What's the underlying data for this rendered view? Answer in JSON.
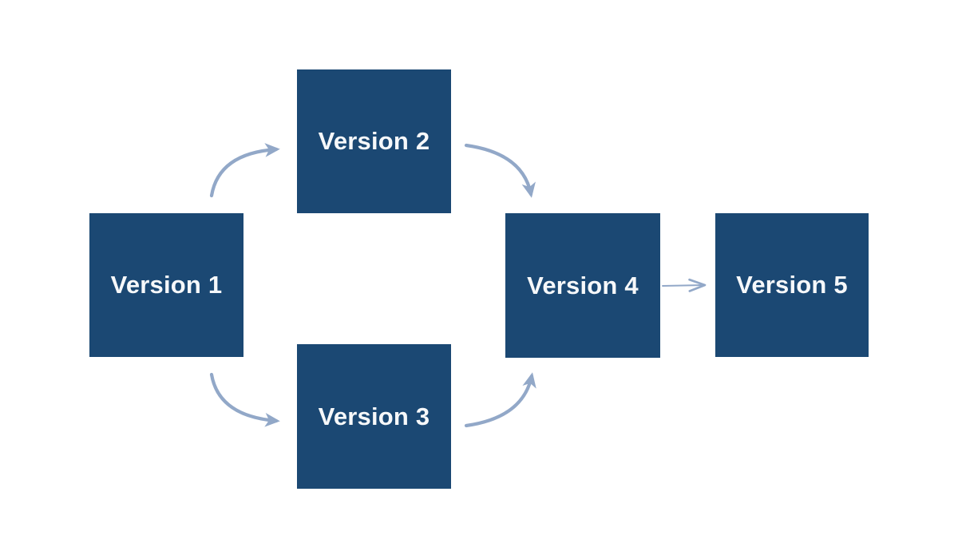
{
  "diagram": {
    "nodes": [
      {
        "id": "version-1",
        "label": "Version 1"
      },
      {
        "id": "version-2",
        "label": "Version 2"
      },
      {
        "id": "version-3",
        "label": "Version 3"
      },
      {
        "id": "version-4",
        "label": "Version 4"
      },
      {
        "id": "version-5",
        "label": "Version 5"
      }
    ],
    "edges": [
      {
        "from": "version-1",
        "to": "version-2",
        "style": "curved",
        "head": "solid"
      },
      {
        "from": "version-1",
        "to": "version-3",
        "style": "curved",
        "head": "solid"
      },
      {
        "from": "version-2",
        "to": "version-4",
        "style": "curved",
        "head": "solid"
      },
      {
        "from": "version-3",
        "to": "version-4",
        "style": "curved",
        "head": "solid"
      },
      {
        "from": "version-4",
        "to": "version-5",
        "style": "straight",
        "head": "open"
      }
    ],
    "colors": {
      "node_fill": "#1B4873",
      "node_text": "#F6F8FA",
      "arrow": "#92A8C8",
      "background": "#FFFFFF"
    }
  }
}
